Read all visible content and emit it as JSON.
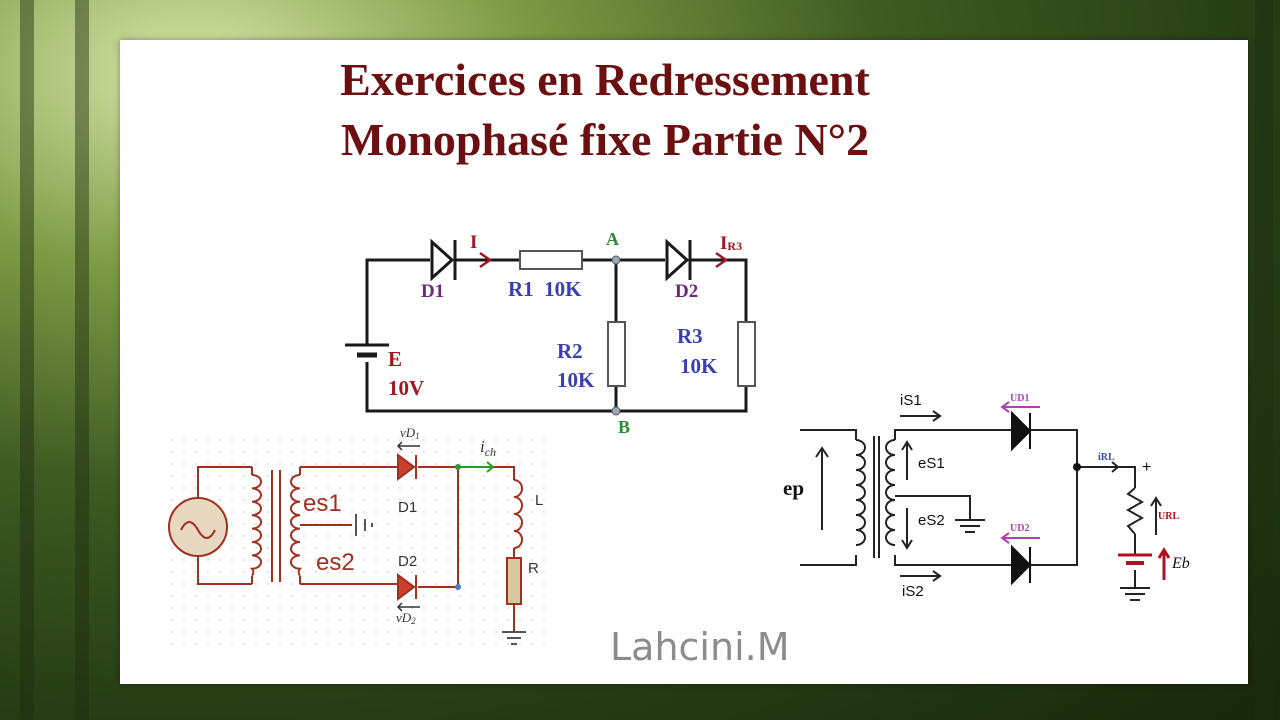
{
  "title": {
    "line1": "Exercices en Redressement",
    "line2": "Monophasé fixe Partie N°2"
  },
  "author": "Lahcini.M",
  "circuit1": {
    "source_name": "E",
    "source_value": "10V",
    "d1": "D1",
    "d2": "D2",
    "current_i": "I",
    "current_ir3_main": "I",
    "current_ir3_sub": "R3",
    "r1": "R1  10K",
    "r2_name": "R2",
    "r2_value": "10K",
    "r3_name": "R3",
    "r3_value": "10K",
    "node_a": "A",
    "node_b": "B"
  },
  "circuit2": {
    "es1": "es1",
    "es2": "es2",
    "d1": "D1",
    "d2": "D2",
    "vd1_main": "vD",
    "vd1_sub": "1",
    "vd2_main": "vD",
    "vd2_sub": "2",
    "ich_main": "i",
    "ich_sub": "ch",
    "l": "L",
    "r": "R"
  },
  "circuit3": {
    "ep": "ep",
    "is1": "iS1",
    "is2": "iS2",
    "es1": "eS1",
    "es2": "eS2",
    "ud1": "UD1",
    "ud2": "UD2",
    "irl": "iRL",
    "url": "URL",
    "plus": "+",
    "eb": "Eb"
  },
  "colors": {
    "title": "#6b0f10",
    "circuit1_wire": "#1a1a1a",
    "circuit1_label_red": "#a01820",
    "circuit1_label_blue": "#3a3fb0",
    "circuit1_label_green": "#2a8a3a",
    "circuit1_label_purple": "#6a2a7a",
    "circuit2_wire": "#a03020",
    "circuit2_green": "#2a9a2a",
    "circuit3_purple": "#b040b0"
  }
}
